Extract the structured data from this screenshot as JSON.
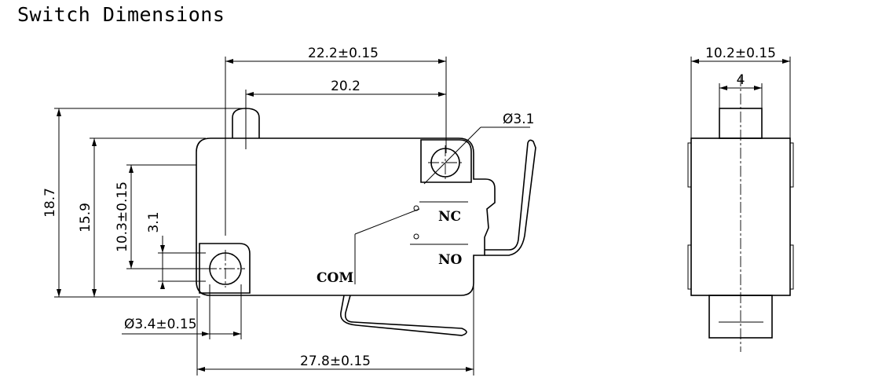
{
  "title": "Switch Dimensions",
  "side_view": {
    "dims": {
      "overall_width": "22.2±0.15",
      "pin_offset": "20.2",
      "hole_dia_top": "Ø3.1",
      "height_total": "18.7",
      "height_body": "15.9",
      "hole_spacing": "10.3±0.15",
      "hole_height": "3.1",
      "hole_dia_bottom": "Ø3.4±0.15",
      "body_length": "27.8±0.15"
    },
    "terminals": {
      "nc": "NC",
      "no": "NO",
      "com": "COM"
    }
  },
  "end_view": {
    "dims": {
      "width": "10.2±0.15",
      "actuator_width": "4"
    }
  }
}
